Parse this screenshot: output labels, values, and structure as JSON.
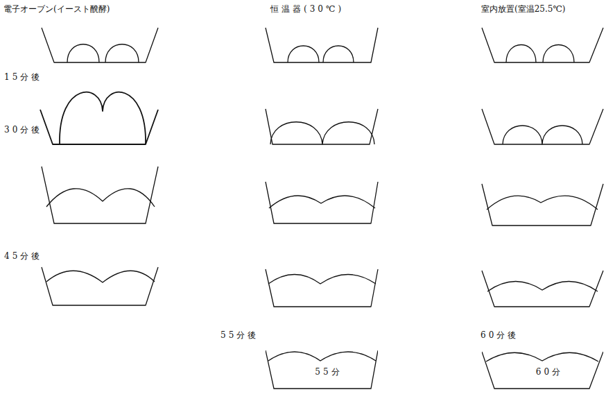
{
  "diagram": {
    "nodes": [
      {
        "text": [
          "55分"
        ]
      },
      {
        "text": [
          "60分"
        ]
      }
    ],
    "labels": [
      "電子オーブン(イースト醗酵)",
      "恒温器(30℃)",
      "室内放置(室温25.5℃)",
      "15分後",
      "30分後",
      "45分後",
      "55分後",
      "60分後"
    ]
  }
}
